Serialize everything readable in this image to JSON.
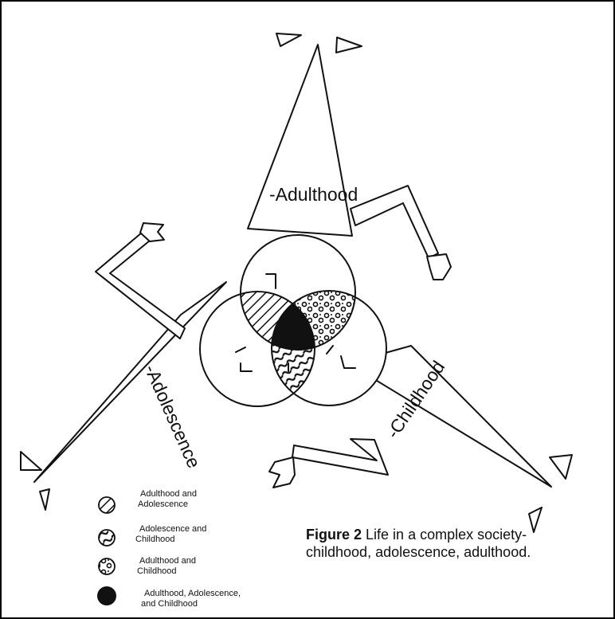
{
  "diagram": {
    "labels": {
      "adulthood": "-Adulthood",
      "adolescence": "-Adolescence",
      "childhood": "-Childhood"
    }
  },
  "legend": [
    {
      "line1": "Adulthood and",
      "line2": "Adolescence",
      "pattern": "diagonal-hatch"
    },
    {
      "line1": "Adolescence and",
      "line2": "Childhood",
      "pattern": "wavy-lines"
    },
    {
      "line1": "Adulthood and",
      "line2": "Childhood",
      "pattern": "dots-circles"
    },
    {
      "line1": "Adulthood, Adolescence,",
      "line2": "and Childhood",
      "pattern": "solid-black"
    }
  ],
  "caption": {
    "figure": "Figure 2",
    "line1": "Life in a complex society-",
    "line2": "childhood, adolescence, adulthood."
  },
  "colors": {
    "ink": "#111111",
    "paper": "#ffffff"
  }
}
